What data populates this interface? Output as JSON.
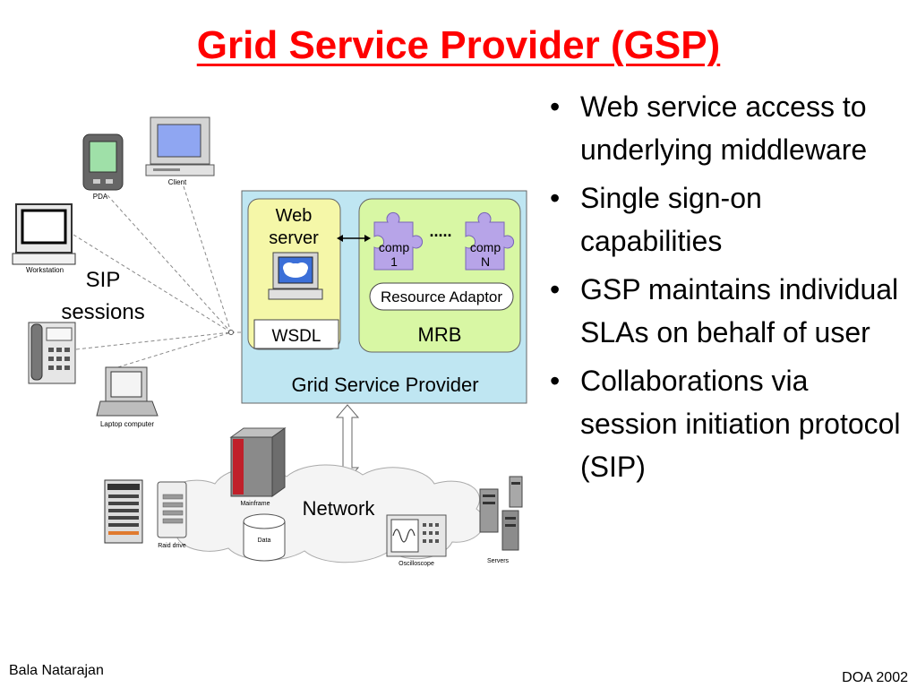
{
  "slide": {
    "title": "Grid Service Provider (GSP)",
    "bullets": [
      "Web service access to underlying middleware",
      "Single sign-on capabilities",
      "GSP maintains individual SLAs on behalf of user",
      "Collaborations via session initiation protocol (SIP)"
    ],
    "bullet_glyph": "•",
    "footer_left": "Bala Natarajan",
    "footer_right": "DOA 2002"
  },
  "diagram": {
    "gsp_box_label": "Grid Service Provider",
    "web_server_label_line1": "Web",
    "web_server_label_line2": "server",
    "wsdl_label": "WSDL",
    "comp1_line1": "comp",
    "comp1_line2": "1",
    "compN_line1": "comp",
    "compN_line2": "N",
    "ellipsis": ".....",
    "resource_adaptor_label": "Resource Adaptor",
    "mrb_label": "MRB",
    "sip_label_line1": "SIP",
    "sip_label_line2": "sessions",
    "network_label": "Network",
    "device_labels": {
      "pda": "PDA",
      "client": "Client",
      "workstation": "Workstation",
      "laptop": "Laptop computer",
      "mainframe": "Mainframe",
      "data": "Data",
      "raid": "Raid drive",
      "oscilloscope": "Oscilloscope",
      "servers": "Servers"
    },
    "colors": {
      "title": "#ff0000",
      "gsp_box_fill": "#bfe6f2",
      "inner_box_fill": "#f5f7a8",
      "mrb_box_fill": "#d8f7a4",
      "puzzle_fill": "#b7a4e8",
      "monitor_screen": "#3b6fd8"
    }
  }
}
